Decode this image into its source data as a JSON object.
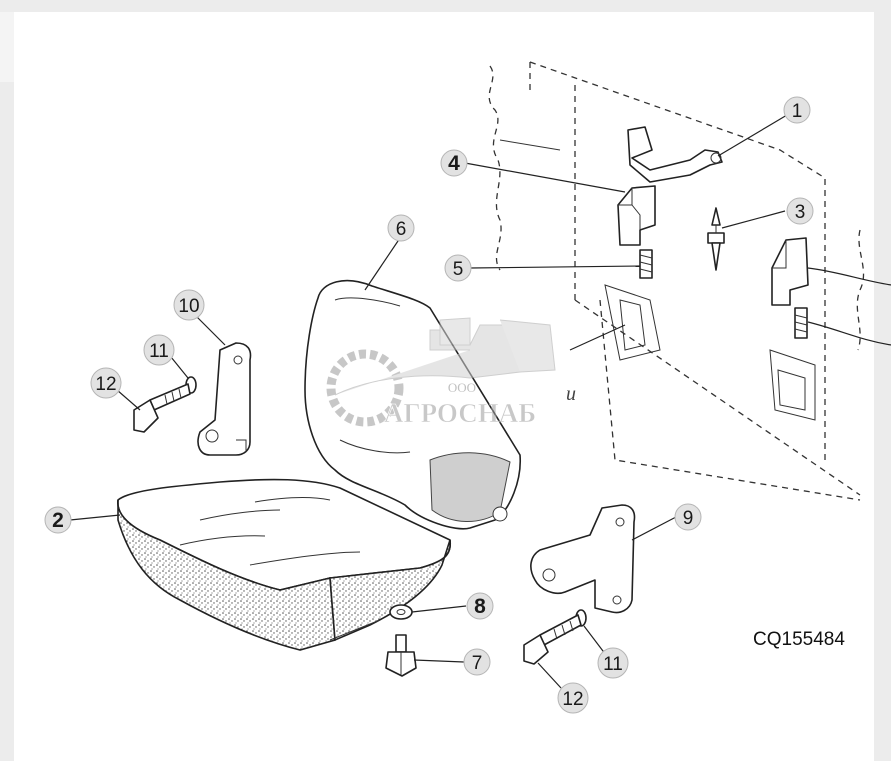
{
  "drawing_code": "CQ155484",
  "callouts": [
    {
      "label": "1",
      "bold": false
    },
    {
      "label": "2",
      "bold": true
    },
    {
      "label": "3",
      "bold": false
    },
    {
      "label": "4",
      "bold": true
    },
    {
      "label": "5",
      "bold": false
    },
    {
      "label": "6",
      "bold": false
    },
    {
      "label": "7",
      "bold": false
    },
    {
      "label": "8",
      "bold": true
    },
    {
      "label": "9",
      "bold": false
    },
    {
      "label": "10",
      "bold": false
    },
    {
      "label": "11",
      "bold": false
    },
    {
      "label": "11",
      "bold": false
    },
    {
      "label": "12",
      "bold": false
    },
    {
      "label": "12",
      "bold": false
    }
  ],
  "watermark": {
    "top_text": "ООО",
    "main_text": "АГРОСНАБ"
  },
  "stray_letter": "u",
  "colors": {
    "background": "#ececec",
    "sheet": "#ffffff",
    "callout_fill": "#e2e2e2",
    "ink": "#222222",
    "watermark": "#bdbdbd"
  }
}
